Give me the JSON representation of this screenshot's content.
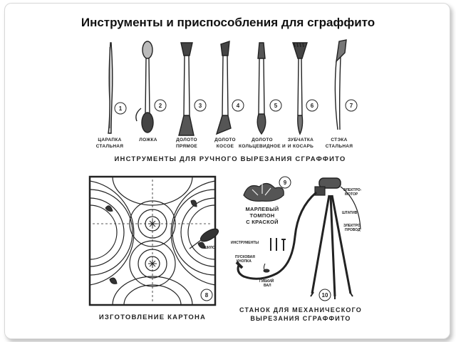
{
  "title": "Инструменты и приспособления для сграффито",
  "tools": [
    {
      "num": "1",
      "line1": "ЦАРАПКА",
      "line2": "СТАЛЬНАЯ"
    },
    {
      "num": "2",
      "line1": "ЛОЖКА",
      "line2": ""
    },
    {
      "num": "3",
      "line1": "ДОЛОТО",
      "line2": "ПРЯМОЕ"
    },
    {
      "num": "4",
      "line1": "ДОЛОТО",
      "line2": "КОСОЕ"
    },
    {
      "num": "5",
      "line1": "ДОЛОТО",
      "line2": "КОЛЬЦЕВИДНОЕ И"
    },
    {
      "num": "6",
      "line1": "ЗУБЧАТКА",
      "line2": "И КОСАРЬ"
    },
    {
      "num": "7",
      "line1": "СТЭКА",
      "line2": "СТАЛЬНАЯ"
    }
  ],
  "tools_caption": "ИНСТРУМЕНТЫ ДЛЯ РУЧНОГО ВЫРЕЗАНИЯ СГРАФФИТО",
  "board": {
    "num": "8",
    "shilo_label": "ШИЛО",
    "caption": "ИЗГОТОВЛЕНИЕ КАРТОНА"
  },
  "tampon": {
    "num": "9",
    "line1": "МАРЛЕВЫЙ",
    "line2": "ТОМПОН",
    "line3": "С КРАСКОЙ"
  },
  "machine": {
    "num": "10",
    "label_motor_1": "ЭЛЕКТРО-",
    "label_motor_2": "МОТОР",
    "label_shtativ": "ШТАТИВ",
    "label_wire_1": "ЭЛЕКТРО",
    "label_wire_2": "ПРОВОД",
    "label_tools": "ИНСТРУМЕНТЫ",
    "label_button_1": "ПУСКОВАЯ",
    "label_button_2": "КНОПКА",
    "label_shaft_1": "ГИБКИЙ",
    "label_shaft_2": "ВАЛ",
    "caption_1": "СТАНОК ДЛЯ МЕХАНИЧЕСКОГО",
    "caption_2": "ВЫРЕЗАНИЯ СГРАФФИТО"
  }
}
